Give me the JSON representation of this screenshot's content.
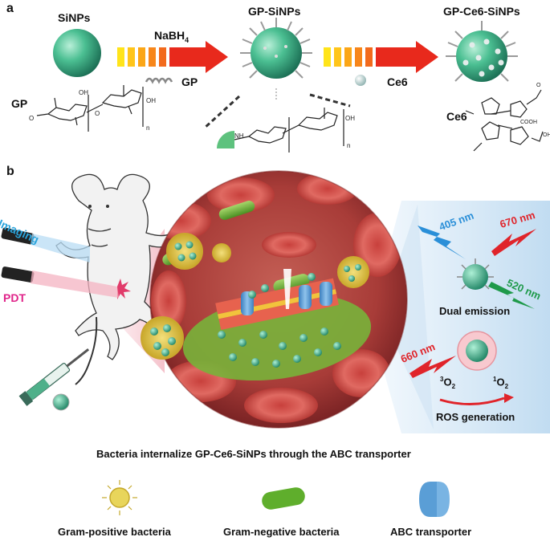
{
  "panel_a": {
    "letter": "a",
    "sinps": "SiNPs",
    "nabh4_base": "NaBH",
    "nabh4_sub": "4",
    "gp_arrow": "GP",
    "gp_sinps": "GP-SiNPs",
    "ce6_arrow": "Ce6",
    "gp_ce6_sinps": "GP-Ce6-SiNPs",
    "gp_structure": "GP",
    "ce6_structure": "Ce6",
    "chem_n": "n",
    "chem_oh": "OH",
    "chem_nh": "NH",
    "chem_cooh": "COOH",
    "chem_o": "O"
  },
  "panel_b": {
    "letter": "b",
    "imaging": "Imaging",
    "pdt": "PDT",
    "nm405": "405 nm",
    "nm670": "670 nm",
    "nm520": "520 nm",
    "dual_emission": "Dual emission",
    "nm660": "660 nm",
    "triplet_o2": "O",
    "triplet_sup": "3",
    "triplet_sub": "2",
    "singlet_o2": "O",
    "singlet_sup": "1",
    "singlet_sub": "2",
    "ros_generation": "ROS generation",
    "caption": "Bacteria internalize GP-Ce6-SiNPs through the ABC transporter"
  },
  "legend": {
    "gram_positive": "Gram-positive bacteria",
    "gram_negative": "Gram-negative bacteria",
    "abc_transporter": "ABC transporter"
  },
  "colors": {
    "nanoparticle": "#3fae86",
    "arrow_red": "#e8291c",
    "arrow_orange": "#f59a12",
    "blue_laser": "#2a8fd8",
    "red_laser": "#e0242a",
    "green_laser": "#1f9a4a",
    "imaging_text": "#2aa4dc",
    "pdt_text": "#e0248a",
    "gram_positive": "#d8c43a",
    "gram_negative": "#5fae2c",
    "abc": "#5a9ed6"
  }
}
